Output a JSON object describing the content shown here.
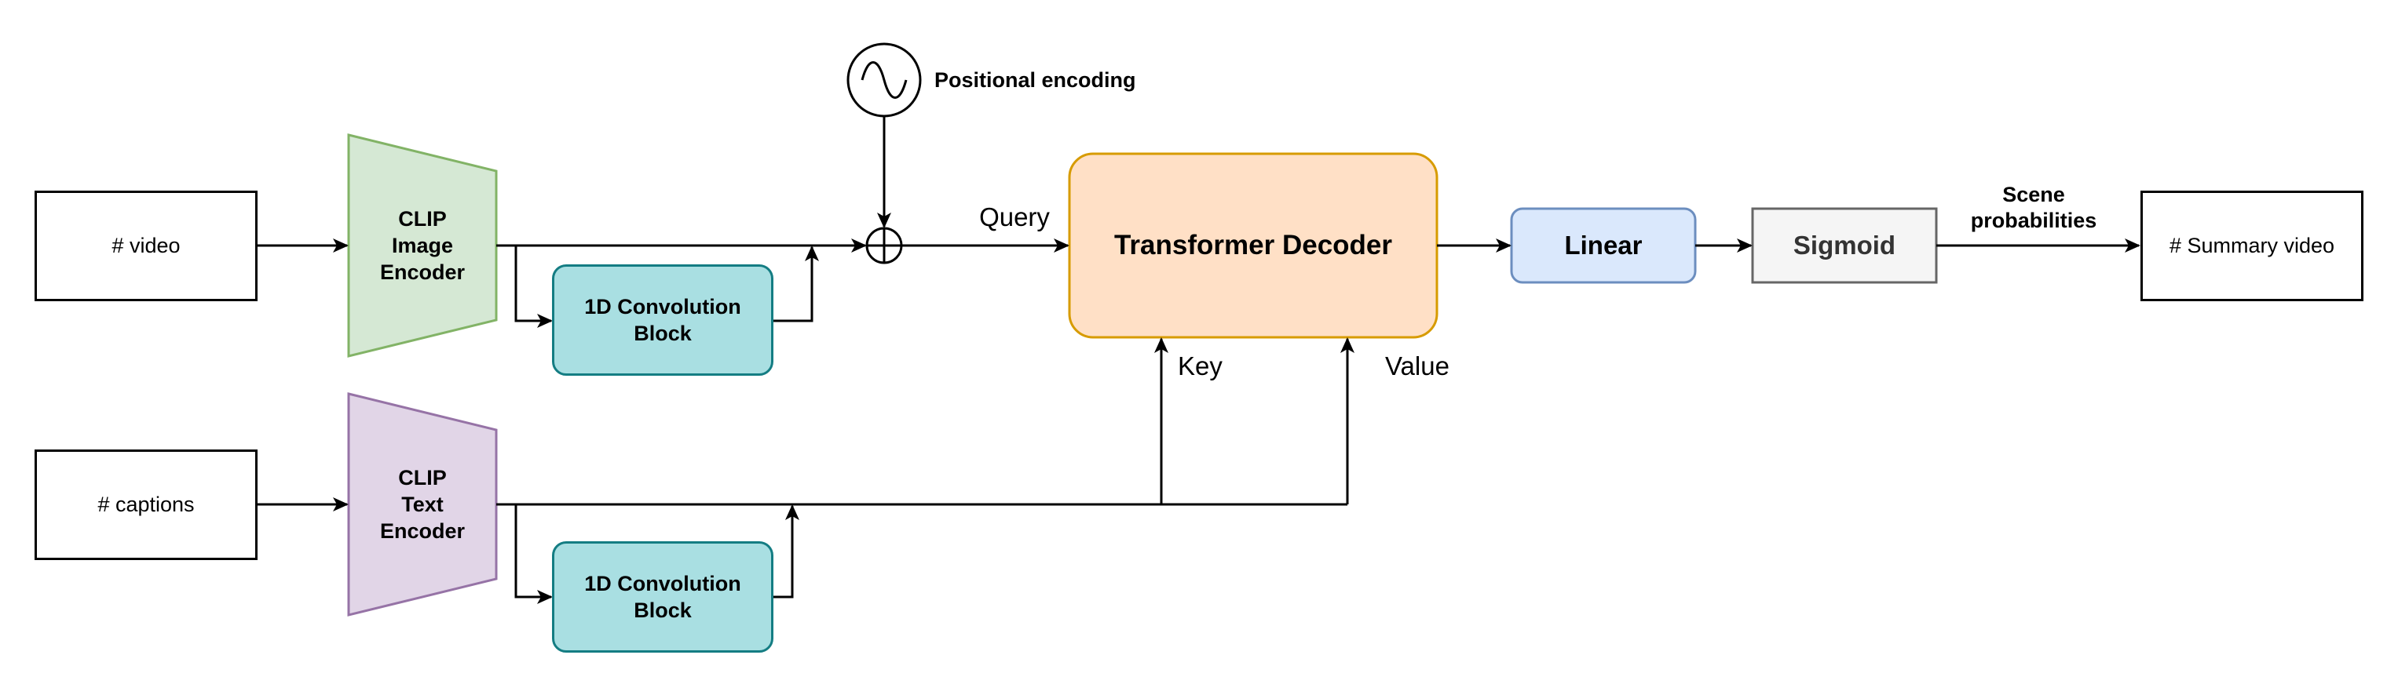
{
  "inputs": {
    "video": "# video",
    "captions": "# captions"
  },
  "encoders": {
    "image": "CLIP\nImage\nEncoder",
    "text": "CLIP\nText\nEncoder"
  },
  "conv_blocks": {
    "top": "1D Convolution\nBlock",
    "bottom": "1D Convolution\nBlock"
  },
  "positional_encoding": "Positional encoding",
  "decoder": {
    "title": "Transformer Decoder",
    "query": "Query",
    "key": "Key",
    "value": "Value"
  },
  "linear": "Linear",
  "sigmoid": "Sigmoid",
  "scene_probabilities": "Scene\nprobabilities",
  "output": "# Summary video",
  "colors": {
    "image_encoder_fill": "#d5e8d4",
    "image_encoder_stroke": "#82b366",
    "text_encoder_fill": "#e1d5e7",
    "text_encoder_stroke": "#9673a6",
    "conv_fill": "#a9dfe2",
    "conv_stroke": "#147d83",
    "decoder_fill": "#ffe0c6",
    "decoder_stroke": "#d79b00",
    "linear_fill": "#dae8fc",
    "linear_stroke": "#6c8ebf",
    "sigmoid_fill": "#f5f5f5",
    "sigmoid_stroke": "#666666"
  },
  "icons": {
    "positional": "sine-wave-icon",
    "add": "circled-plus-icon"
  }
}
